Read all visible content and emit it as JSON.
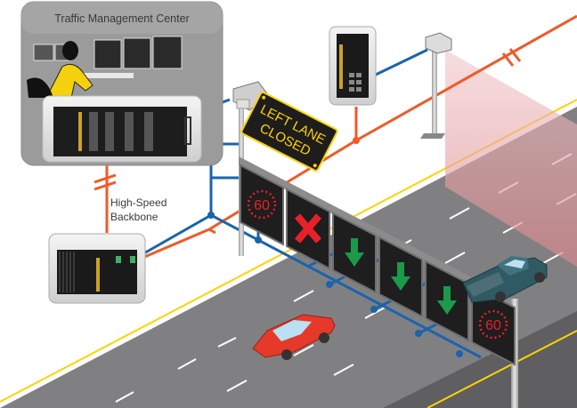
{
  "diagram": {
    "title_box": {
      "label": "Traffic Management Center"
    },
    "backbone": {
      "line1": "High-Speed",
      "line2": "Backbone"
    },
    "vms_sign": {
      "line1": "LEFT LANE",
      "line2": "CLOSED"
    },
    "gantry": {
      "panels": [
        {
          "type": "speed-limit",
          "value": "60"
        },
        {
          "type": "lane-closed",
          "symbol": "X"
        },
        {
          "type": "lane-open",
          "symbol": "down-arrow"
        },
        {
          "type": "lane-open",
          "symbol": "down-arrow"
        },
        {
          "type": "lane-open",
          "symbol": "down-arrow"
        },
        {
          "type": "speed-limit",
          "value": "60"
        }
      ]
    },
    "colors": {
      "backbone_line": "#f05a28",
      "edge_line": "#1a64ad",
      "road": "#808082",
      "road_dark": "#6b6b6d",
      "road_edge": "#ffd200",
      "sign_yellow": "#ffd200",
      "led_red": "#e8202a",
      "arrow_green": "#1a9a4a",
      "car_red": "#e53a2a",
      "truck_teal": "#2f5a63",
      "sensor_beam": "#e8a0a4"
    }
  }
}
